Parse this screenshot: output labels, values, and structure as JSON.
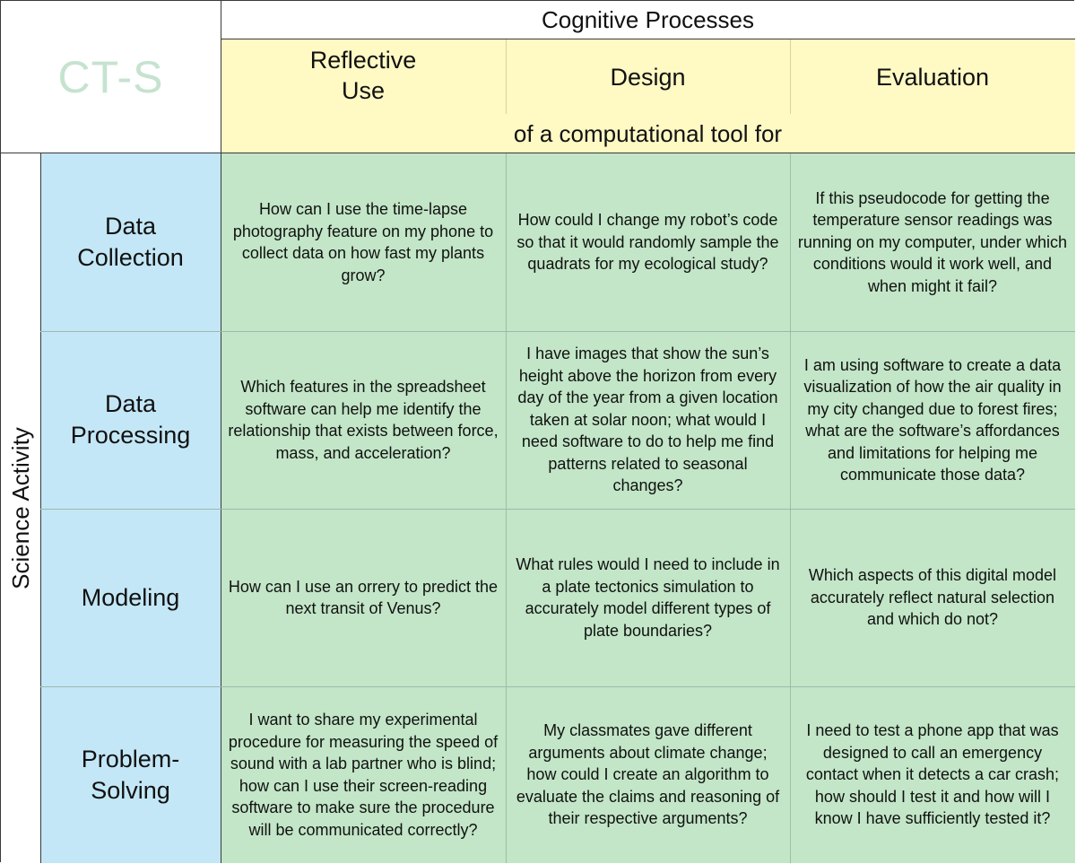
{
  "logo": "CT-S",
  "header": {
    "title": "Cognitive Processes",
    "subtitle": "of a computational tool for",
    "columns": [
      "Reflective\nUse",
      "Design",
      "Evaluation"
    ]
  },
  "side_label": "Science Activity",
  "colors": {
    "yellow": "#fff9c4",
    "green": "#c2e6c7",
    "blue": "#c3e7f6",
    "logo": "#c5e3cf"
  },
  "rows": [
    {
      "label": "Data\nCollection",
      "cells": [
        "How can I use the time-lapse photography feature on my phone to collect data on how fast my plants grow?",
        "How could I change my robot’s code so that it would randomly sample the quadrats for my ecological study?",
        "If this pseudocode for getting the temperature sensor readings was running on my computer, under which conditions would it work well, and when might it fail?"
      ]
    },
    {
      "label": "Data\nProcessing",
      "cells": [
        "Which features in the spreadsheet software can help me identify the relationship that exists between force, mass, and acceleration?",
        "I have images that show the sun’s height above the horizon from every day of the year from a given location taken at solar noon; what would I need software to do to help me find patterns related to seasonal changes?",
        "I am using software to create a data visualization of how the air quality in my city changed due to forest fires; what are the software’s affordances and limitations for helping me communicate those data?"
      ]
    },
    {
      "label": "Modeling",
      "cells": [
        "How can I use an orrery to predict the next transit of Venus?",
        "What rules would I need to include in a plate tectonics simulation to accurately model different types of plate boundaries?",
        "Which aspects of this digital model accurately reflect natural selection and which do not?"
      ]
    },
    {
      "label": "Problem-\nSolving",
      "cells": [
        "I want to share my experimental procedure for measuring the speed of sound with a lab partner who is blind; how can I use their screen-reading software to make sure the procedure will be communicated correctly?",
        "My classmates gave different arguments about climate change; how could I create an algorithm to evaluate the claims and reasoning of their respective arguments?",
        "I need to test a phone app that was designed to call an emergency contact when it detects a car crash; how should I test it and how will I know I have sufficiently tested it?"
      ]
    }
  ]
}
